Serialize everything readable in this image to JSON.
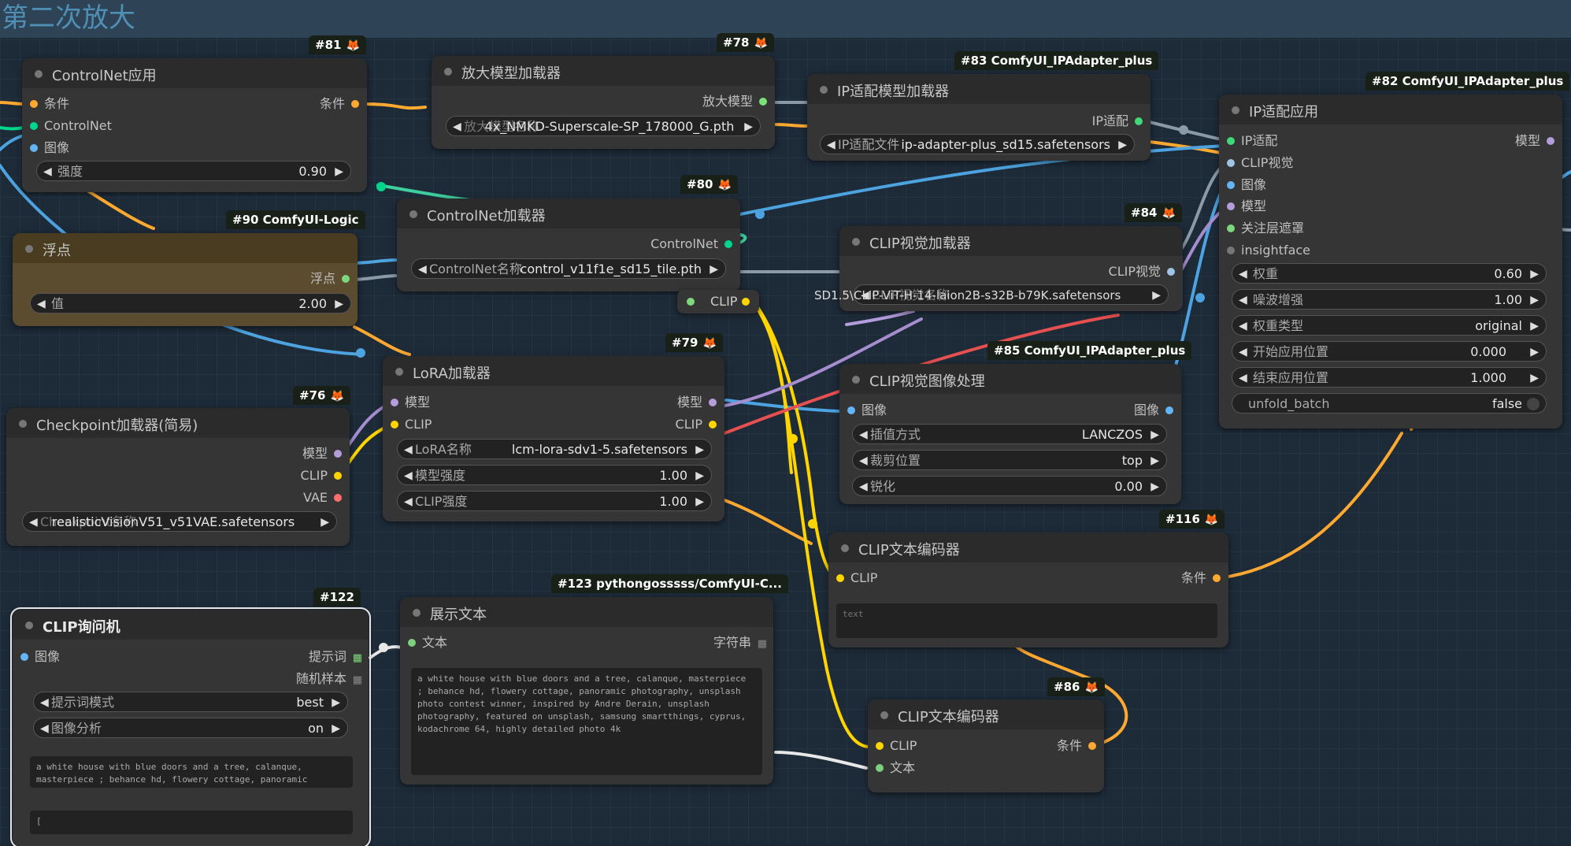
{
  "group": {
    "title": "第二次放大"
  },
  "colors": {
    "model": "#b39ddb",
    "clip": "#ffd500",
    "vae": "#ff6e6e",
    "conditioning": "#ffa931",
    "image": "#64b5f6",
    "controlnet": "#00d78d",
    "float": "#7dd87d",
    "string": "#7ecf7e",
    "ipadapter": "#3fd97a",
    "clipvision": "#a1c4e6",
    "upscale": "#7ae07a"
  },
  "nodes": {
    "n81": {
      "tag": "#81",
      "title": "ControlNet应用",
      "in1": "条件",
      "in2": "ControlNet",
      "in3": "图像",
      "out1": "条件",
      "w_label": "强度",
      "w_value": "0.90"
    },
    "n78": {
      "tag": "#78",
      "title": "放大模型加载器",
      "out1": "放大模型",
      "w_label": "放大模型名称",
      "w_value": "4x_NMKD-Superscale-SP_178000_G.pth"
    },
    "n83": {
      "tag": "#83 ComfyUI_IPAdapter_plus",
      "title": "IP适配模型加载器",
      "out1": "IP适配",
      "w_label": "IP适配文件",
      "w_value": "ip-adapter-plus_sd15.safetensors"
    },
    "n82": {
      "tag": "#82 ComfyUI_IPAdapter_plus",
      "title": "IP适配应用",
      "in1": "IP适配",
      "in2": "CLIP视觉",
      "in3": "图像",
      "in4": "模型",
      "in5": "关注层遮罩",
      "in6": "insightface",
      "out1": "模型",
      "w1_label": "权重",
      "w1_value": "0.60",
      "w2_label": "噪波增强",
      "w2_value": "1.00",
      "w3_label": "权重类型",
      "w3_value": "original",
      "w4_label": "开始应用位置",
      "w4_value": "0.000",
      "w5_label": "结束应用位置",
      "w5_value": "1.000",
      "w6_label": "unfold_batch",
      "w6_value": "false"
    },
    "n90": {
      "tag": "#90 ComfyUI-Logic",
      "title": "浮点",
      "out1": "浮点",
      "w_label": "值",
      "w_value": "2.00"
    },
    "n80": {
      "tag": "#80",
      "title": "ControlNet加载器",
      "out1": "ControlNet",
      "w_label": "ControlNet名称",
      "w_value": "control_v11f1e_sd15_tile.pth"
    },
    "n84": {
      "tag": "#84",
      "title": "CLIP视觉加载器",
      "out1": "CLIP视觉",
      "w_label": "CLIP视觉名称",
      "w_value": "SD1.5\\CLIP-ViT-H-14-laion2B-s32B-b79K.safetensors"
    },
    "reroute_clip": {
      "label": "CLIP"
    },
    "n79": {
      "tag": "#79",
      "title": "LoRA加载器",
      "in1": "模型",
      "in2": "CLIP",
      "out1": "模型",
      "out2": "CLIP",
      "w1_label": "LoRA名称",
      "w1_value": "lcm-lora-sdv1-5.safetensors",
      "w2_label": "模型强度",
      "w2_value": "1.00",
      "w3_label": "CLIP强度",
      "w3_value": "1.00"
    },
    "n85": {
      "tag": "#85 ComfyUI_IPAdapter_plus",
      "title": "CLIP视觉图像处理",
      "in1": "图像",
      "out1": "图像",
      "w1_label": "插值方式",
      "w1_value": "LANCZOS",
      "w2_label": "裁剪位置",
      "w2_value": "top",
      "w3_label": "锐化",
      "w3_value": "0.00"
    },
    "n76": {
      "tag": "#76",
      "title": "Checkpoint加载器(简易)",
      "out1": "模型",
      "out2": "CLIP",
      "out3": "VAE",
      "w_label": "Checkpoint名称",
      "w_value": "realisticVisionV51_v51VAE.safetensors"
    },
    "n116": {
      "tag": "#116",
      "title": "CLIP文本编码器",
      "in1": "CLIP",
      "out1": "条件",
      "text_placeholder": "text"
    },
    "n122": {
      "tag": "#122",
      "title": "CLIP询问机",
      "in1": "图像",
      "out1": "提示词",
      "out2": "随机样本",
      "w1_label": "提示词模式",
      "w1_value": "best",
      "w2_label": "图像分析",
      "w2_value": "on",
      "text": "a white house with blue doors and a tree, calanque, masterpiece ; behance hd, flowery cottage, panoramic photography, unsplash photo contest winner, inspired by",
      "text2": "["
    },
    "n123": {
      "tag": "#123 pythongosssss/ComfyUI-C...",
      "title": "展示文本",
      "in1": "文本",
      "out1": "字符串",
      "text": "a white house with blue doors and a tree, calanque, masterpiece ; behance hd, flowery cottage, panoramic photography, unsplash photo contest winner, inspired by Andre Derain, unsplash photography, featured on unsplash, samsung smartthings, cyprus, kodachrome 64, highly detailed photo 4k"
    },
    "n86": {
      "tag": "#86",
      "title": "CLIP文本编码器",
      "in1": "CLIP",
      "in2": "文本",
      "out1": "条件"
    }
  }
}
